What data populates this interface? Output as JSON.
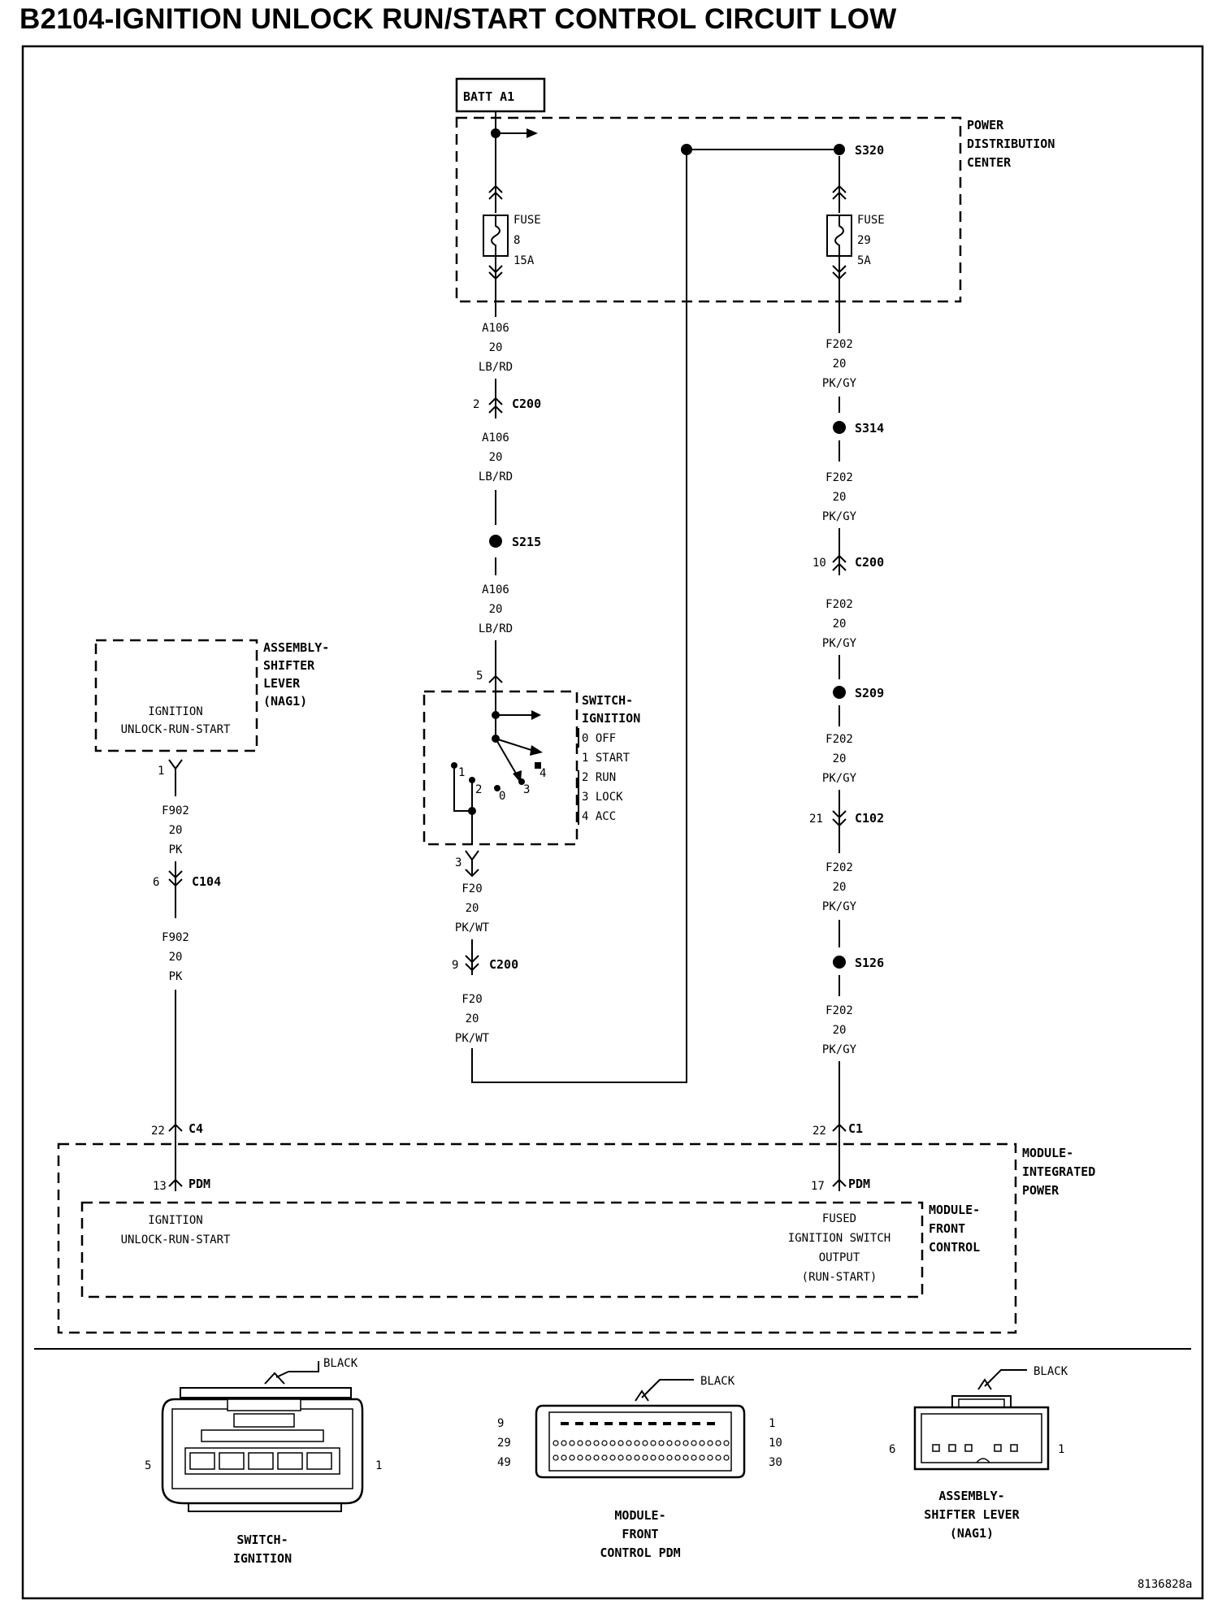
{
  "title": "B2104-IGNITION UNLOCK RUN/START CONTROL CIRCUIT LOW",
  "figure_id": "8136828a",
  "source": {
    "label": "BATT A1"
  },
  "pdc": {
    "title_lines": [
      "POWER",
      "DISTRIBUTION",
      "CENTER"
    ],
    "fuse_left": {
      "lines": [
        "FUSE",
        "8",
        "15A"
      ]
    },
    "fuse_right": {
      "lines": [
        "FUSE",
        "29",
        "5A"
      ]
    },
    "splice_top": "S320"
  },
  "left_column": {
    "wire_a106": [
      "A106",
      "20",
      "LB/RD"
    ],
    "c200_top": {
      "pin": "2",
      "name": "C200"
    },
    "s215": "S215",
    "switch_pin_top": "5",
    "switch_pin_bottom": "3",
    "wire_f20": [
      "F20",
      "20",
      "PK/WT"
    ],
    "c200_mid": {
      "pin": "9",
      "name": "C200"
    }
  },
  "ignition_switch": {
    "title_lines": [
      "SWITCH-",
      "IGNITION"
    ],
    "positions": [
      "0 OFF",
      "1 START",
      "2 RUN",
      "3 LOCK",
      "4 ACC"
    ],
    "contact_nums": [
      "1",
      "2",
      "0",
      "3",
      "4"
    ]
  },
  "right_column": {
    "wire_f202": [
      "F202",
      "20",
      "PK/GY"
    ],
    "s314": "S314",
    "c200": {
      "pin": "10",
      "name": "C200"
    },
    "s209": "S209",
    "c102": {
      "pin": "21",
      "name": "C102"
    },
    "s126": "S126",
    "c1": {
      "pin": "22",
      "name": "C1"
    },
    "pdm": {
      "pin": "17",
      "name": "PDM"
    },
    "output_lines": [
      "FUSED",
      "IGNITION SWITCH",
      "OUTPUT",
      "(RUN-START)"
    ]
  },
  "shifter": {
    "title_lines": [
      "ASSEMBLY-",
      "SHIFTER",
      "LEVER",
      "(NAG1)"
    ],
    "inner_lines": [
      "IGNITION",
      "UNLOCK-RUN-START"
    ],
    "pin": "1",
    "wire_f902": [
      "F902",
      "20",
      "PK"
    ],
    "c104": {
      "pin": "6",
      "name": "C104"
    },
    "c4": {
      "pin": "22",
      "name": "C4"
    },
    "pdm": {
      "pin": "13",
      "name": "PDM"
    },
    "input_lines": [
      "IGNITION",
      "UNLOCK-RUN-START"
    ]
  },
  "module_ipm": {
    "title_lines": [
      "MODULE-",
      "INTEGRATED",
      "POWER"
    ]
  },
  "module_fc": {
    "title_lines": [
      "MODULE-",
      "FRONT",
      "CONTROL"
    ]
  },
  "connectors": {
    "switch_ignition": {
      "color": "BLACK",
      "pin_left": "5",
      "pin_right": "1",
      "caption": [
        "SWITCH-",
        "IGNITION"
      ]
    },
    "module_fc_pdm": {
      "color": "BLACK",
      "pins_left": [
        "9",
        "29",
        "49"
      ],
      "pins_right": [
        "1",
        "10",
        "30"
      ],
      "caption": [
        "MODULE-",
        "FRONT",
        "CONTROL PDM"
      ]
    },
    "shifter_lever": {
      "color": "BLACK",
      "pin_left": "6",
      "pin_right": "1",
      "caption": [
        "ASSEMBLY-",
        "SHIFTER LEVER",
        "(NAG1)"
      ]
    }
  }
}
